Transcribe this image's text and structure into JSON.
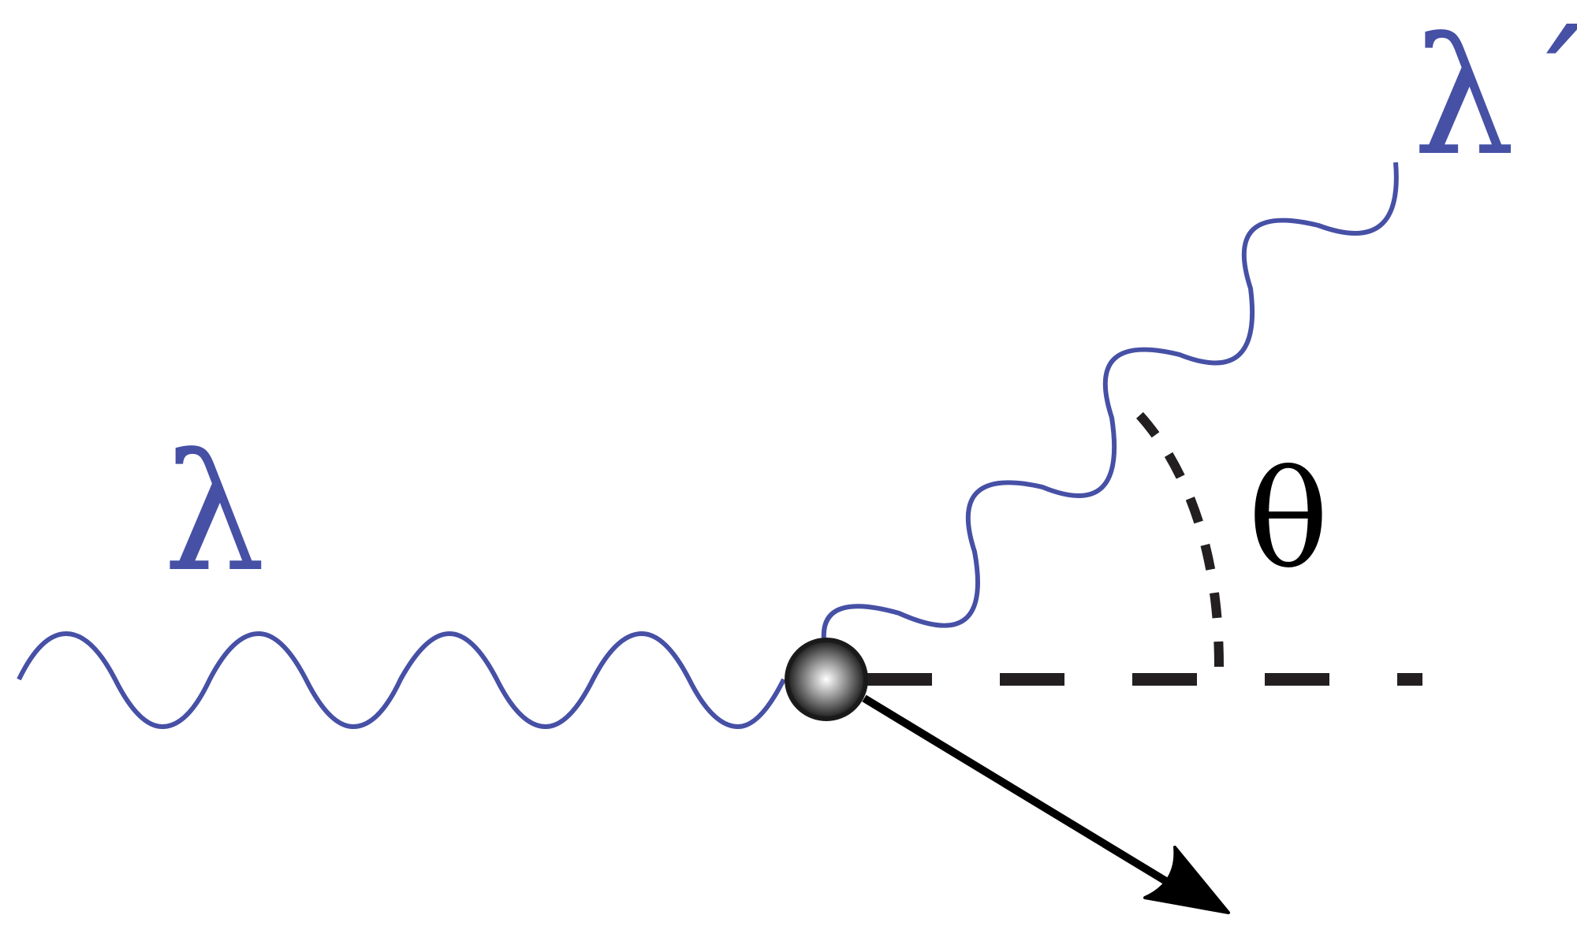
{
  "labels": {
    "incident_wavelength": "λ",
    "scattered_wavelength": "λ´",
    "angle": "θ"
  },
  "colors": {
    "photon_wave": "#4650a5",
    "reference_line": "#231f20",
    "arrow": "#000000",
    "particle_dark": "#1a1a1a",
    "particle_light": "#ffffff",
    "background": "#ffffff"
  }
}
